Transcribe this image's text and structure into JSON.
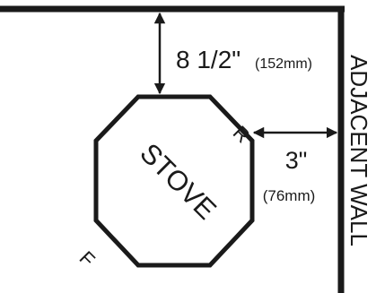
{
  "labels": {
    "top_main": "8 1/2\"",
    "top_mm": "(152mm)",
    "side_main": "3\"",
    "side_mm": "(76mm)",
    "stove": "STOVE",
    "wall": "ADJACENT WALL",
    "front": "F",
    "rear": "R"
  },
  "colors": {
    "ink": "#1a1a1a",
    "background": "#ffffff"
  }
}
